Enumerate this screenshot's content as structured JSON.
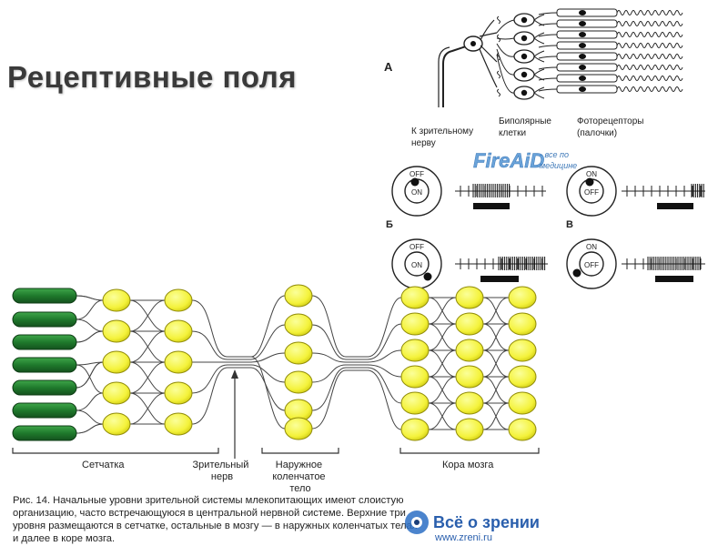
{
  "title": "Рецептивные поля",
  "figure_a": {
    "panel_letter": "A",
    "labels": {
      "optic_nerve": [
        "К зрительному",
        "нерву"
      ],
      "bipolar": [
        "Биполярные",
        "клетки"
      ],
      "photoreceptors": [
        "Фоторецепторы",
        "(палочки)"
      ]
    },
    "watermark": {
      "brand": "FireAiD",
      "tagline": [
        "- все по",
        "медицине"
      ]
    },
    "panels": [
      {
        "letter": "",
        "inner": "ON",
        "outer": "OFF"
      },
      {
        "letter": "",
        "inner": "OFF",
        "outer": "ON"
      },
      {
        "letter": "Б",
        "inner": "ON",
        "outer": "OFF"
      },
      {
        "letter": "В",
        "inner": "OFF",
        "outer": "ON"
      }
    ]
  },
  "figure_b": {
    "labels": {
      "retina": "Сетчатка",
      "optic_nerve": [
        "Зрительный",
        "нерв"
      ],
      "lgn": [
        "Наружное",
        "коленчатое",
        "тело"
      ],
      "cortex": "Кора мозга"
    },
    "caption": [
      "Рис. 14. Начальные уровни зрительной системы млекопитающих имеют слоистую",
      "организацию, часто встречающуюся в центральной нервной системе. Верхние три",
      "уровня размещаются в сетчатке, остальные в мозгу — в наружных коленчатых телах",
      "и далее в коре мозга."
    ],
    "watermark": {
      "line1": "Всё о зрении",
      "line2": "www.zreni.ru"
    }
  }
}
